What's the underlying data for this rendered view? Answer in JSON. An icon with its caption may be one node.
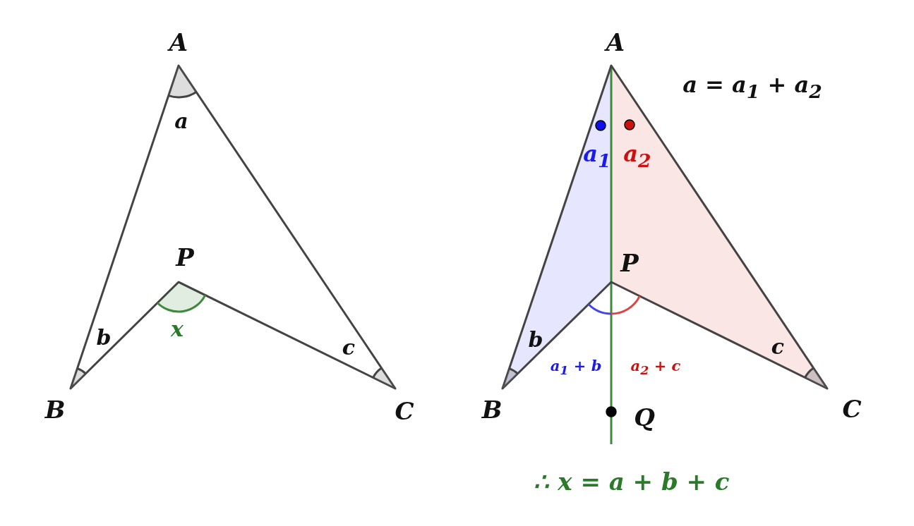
{
  "diagram": {
    "labels": [
      "A",
      "A",
      "a = a$_{1}$ + a$_{2}$",
      "a",
      "a$_{1}$",
      "a$_{2}$",
      "P",
      "P",
      "x",
      "b",
      "b",
      "c",
      "c",
      "a$_{1}$ + b",
      "a$_{2}$ + c",
      "B",
      "C",
      "B",
      "Q",
      "C",
      "∴ x = a + b + c"
    ]
  }
}
